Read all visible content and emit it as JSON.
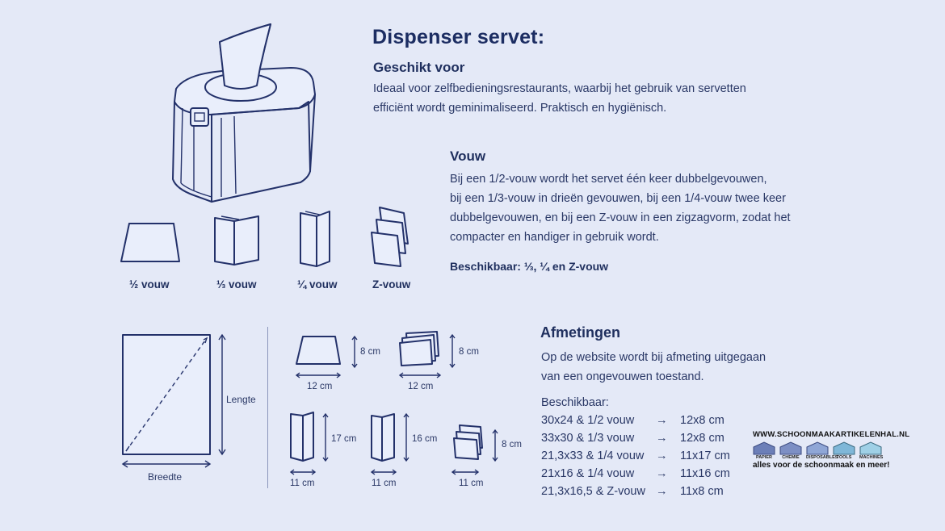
{
  "header": {
    "title": "Dispenser servet:",
    "suitable_heading": "Geschikt voor",
    "suitable_line1": "Ideaal voor zelfbedieningsrestaurants, waarbij het gebruik van servetten",
    "suitable_line2": "efficiënt wordt geminimaliseerd. Praktisch en hygiënisch."
  },
  "fold": {
    "heading": "Vouw",
    "lines": [
      "Bij een 1/2-vouw wordt het servet één keer dubbelgevouwen,",
      "bij een 1/3-vouw in drieën gevouwen, bij een 1/4-vouw twee keer",
      "dubbelgevouwen, en bij een Z-vouw in een zigzagvorm, zodat het",
      "compacter en handiger in gebruik wordt."
    ],
    "available": "Beschikbaar: ⅓, ¼ en Z-vouw"
  },
  "fold_labels": [
    "½ vouw",
    "⅓ vouw",
    "¼ vouw",
    "Z-vouw"
  ],
  "napkin": {
    "length_label": "Lengte",
    "width_label": "Breedte"
  },
  "folded_dims": {
    "a_h": "8 cm",
    "a_w": "12 cm",
    "b_h": "8 cm",
    "b_w": "12 cm",
    "c_h": "17 cm",
    "c_w": "11 cm",
    "d_h": "16 cm",
    "d_w": "11 cm",
    "e_h": "8 cm",
    "e_w": "11 cm"
  },
  "dimensions": {
    "heading": "Afmetingen",
    "line1": "Op de website wordt bij afmeting uitgegaan",
    "line2": "van een ongevouwen toestand.",
    "available_label": "Beschikbaar:",
    "arrow": "→",
    "rows": [
      {
        "size": "30x24 & 1/2 vouw",
        "result": "12x8 cm"
      },
      {
        "size": "33x30 & 1/3 vouw",
        "result": "12x8 cm"
      },
      {
        "size": "21,3x33 & 1/4 vouw",
        "result": "11x17 cm"
      },
      {
        "size": "21x16 & 1/4 vouw",
        "result": "11x16 cm"
      },
      {
        "size": "21,3x16,5 & Z-vouw",
        "result": "11x8 cm"
      }
    ]
  },
  "brand": {
    "url": "WWW.SCHOONMAAKARTIKELENHAL.NL",
    "categories": [
      "PAPIER",
      "CHEMIE",
      "DISPOSABLES",
      "TOOLS",
      "MACHINES"
    ],
    "tagline": "alles voor de schoonmaak en meer!",
    "colors": [
      "#6c7fb8",
      "#7d8fc4",
      "#8fa6d6",
      "#7fb7d8",
      "#9fd0e6"
    ]
  }
}
